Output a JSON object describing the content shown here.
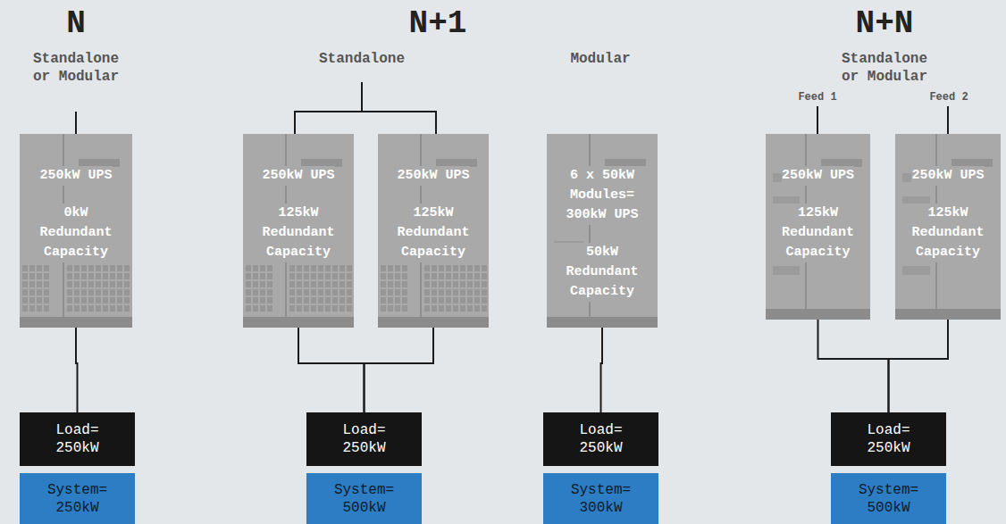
{
  "diagram": {
    "nodes": [
      {
        "text": [
          "250kW UPS",
          "0kW Redundant Capacity"
        ]
      },
      {
        "text": [
          "Load= 250kW"
        ]
      },
      {
        "text": [
          "System= 250kW"
        ]
      },
      {
        "text": [
          "250kW UPS",
          "125kW Redundant Capacity"
        ]
      },
      {
        "text": [
          "250kW UPS",
          "125kW Redundant Capacity"
        ]
      },
      {
        "text": [
          "Load= 250kW"
        ]
      },
      {
        "text": [
          "System= 500kW"
        ]
      },
      {
        "text": [
          "6 x 50kW Modules= 300kW UPS",
          "50kW Redundant Capacity"
        ]
      },
      {
        "text": [
          "Load= 250kW"
        ]
      },
      {
        "text": [
          "System= 300kW"
        ]
      },
      {
        "text": [
          "250kW UPS",
          "125kW Redundant Capacity"
        ]
      },
      {
        "text": [
          "250kW UPS",
          "125kW Redundant Capacity"
        ]
      },
      {
        "text": [
          "Load= 250kW"
        ]
      },
      {
        "text": [
          "System= 500kW"
        ]
      }
    ],
    "edges": [
      {
        "from": 0,
        "to": 1,
        "arrow": "none"
      },
      {
        "from": 3,
        "to": 5,
        "arrow": "none"
      },
      {
        "from": 4,
        "to": 5,
        "arrow": "none"
      },
      {
        "from": 7,
        "to": 8,
        "arrow": "none"
      },
      {
        "from": 10,
        "to": 12,
        "arrow": "none"
      },
      {
        "from": 11,
        "to": 12,
        "arrow": "none"
      }
    ],
    "labels": [
      "N",
      "Standalone or Modular",
      "N+1",
      "Standalone",
      "Modular",
      "N+N",
      "Standalone or Modular",
      "Feed 1",
      "Feed 2"
    ]
  }
}
